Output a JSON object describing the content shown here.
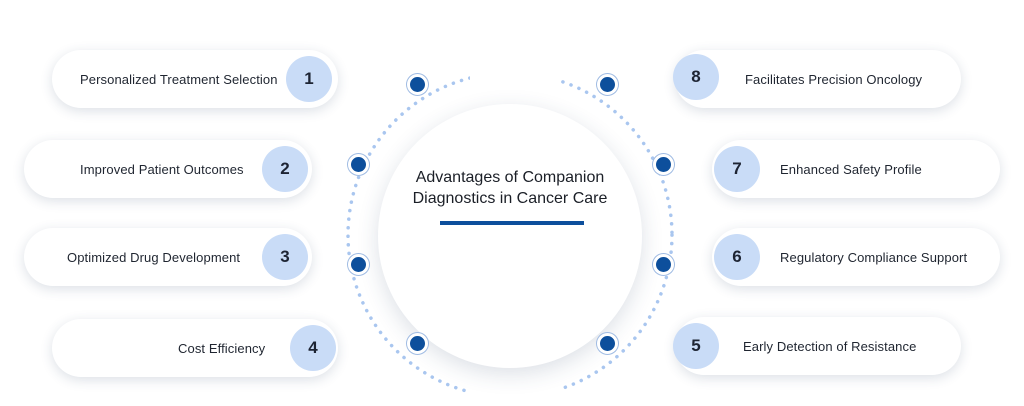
{
  "title": "Advantages of Companion Diagnostics in Cancer Care",
  "colors": {
    "accent": "#0d4f9c",
    "badge": "#c9dcf7",
    "ring": "#a9c6ef"
  },
  "items": [
    {
      "number": "1",
      "label": "Personalized Treatment Selection"
    },
    {
      "number": "2",
      "label": "Improved Patient Outcomes"
    },
    {
      "number": "3",
      "label": "Optimized Drug Development"
    },
    {
      "number": "4",
      "label": "Cost Efficiency"
    },
    {
      "number": "5",
      "label": "Early Detection of Resistance"
    },
    {
      "number": "6",
      "label": "Regulatory Compliance Support"
    },
    {
      "number": "7",
      "label": "Enhanced Safety Profile"
    },
    {
      "number": "8",
      "label": "Facilitates Precision Oncology"
    }
  ]
}
